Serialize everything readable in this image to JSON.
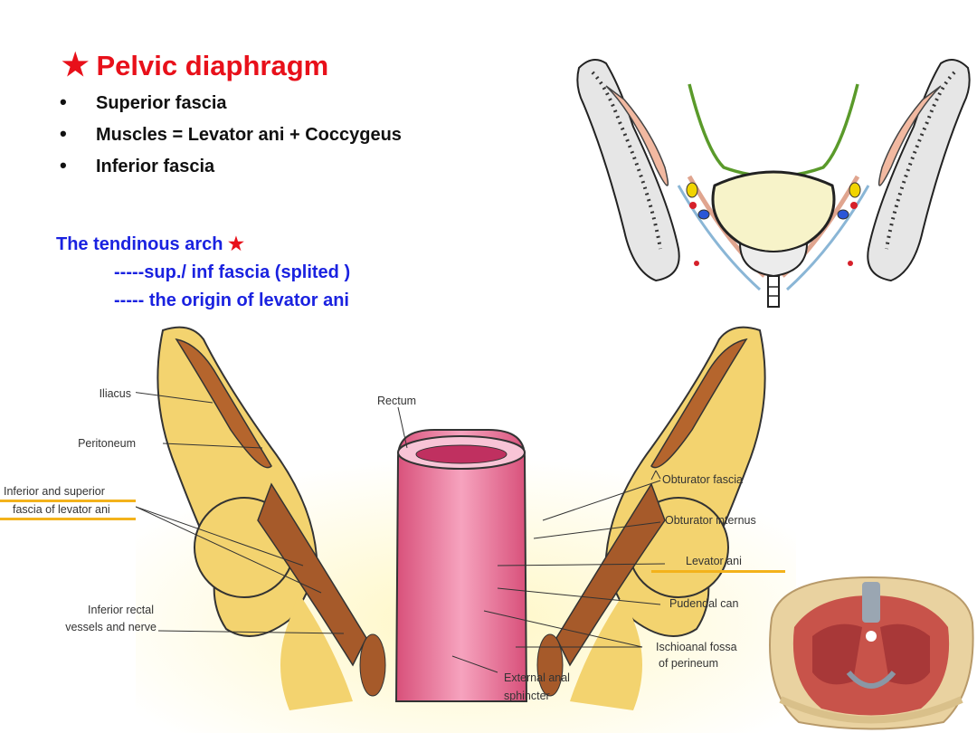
{
  "title": {
    "star": "★",
    "text": "Pelvic  diaphragm"
  },
  "bullets": [
    "Superior fascia",
    "Muscles = Levator ani + Coccygeus",
    "Inferior fascia"
  ],
  "bullet_marker": "•",
  "arch_note": {
    "line1": "The tendinous arch",
    "star": "★",
    "line2": "-----sup./ inf fascia (splited )",
    "line3": "----- the origin of levator ani"
  },
  "labels": {
    "iliacus": "Iliacus",
    "peritoneum": "Peritoneum",
    "inf_sup_fascia_1": "Inferior and superior",
    "inf_sup_fascia_2": "fascia of levator ani",
    "inferior_rectal_1": "Inferior rectal",
    "inferior_rectal_2": "vessels and nerve",
    "rectum": "Rectum",
    "obturator_fascia": "Obturator fascia",
    "obturator_internus": "Obturator internus",
    "levator_ani": "Levator ani",
    "pudendal_canal": "Pudendal can",
    "ischioanal_1": "Ischioanal fossa",
    "ischioanal_2": "of perineum",
    "ext_anal_1": "External anal",
    "ext_anal_2": "sphincter"
  },
  "colors": {
    "title_red": "#e8101a",
    "arch_blue": "#1a22e0",
    "highlight_orange": "#f3b21b"
  }
}
